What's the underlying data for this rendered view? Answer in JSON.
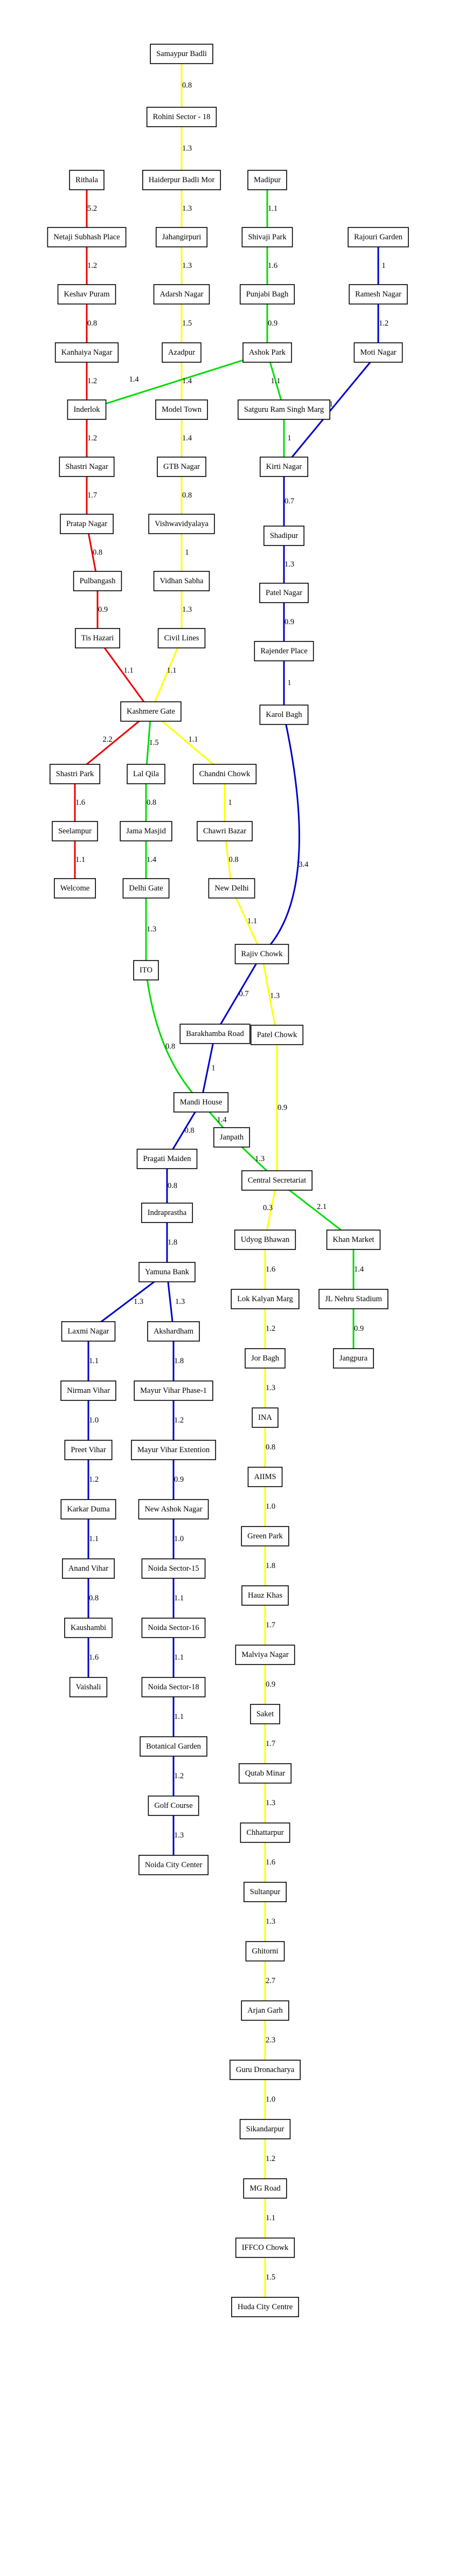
{
  "line_colors": {
    "red": "#ee0000",
    "yellow": "#ffff00",
    "green": "#00dd00",
    "blue": "#0000cc"
  },
  "stations": [
    "Samaypur Badli",
    "Rohini Sector - 18",
    "Haiderpur Badli Mor",
    "Jahangirpuri",
    "Adarsh Nagar",
    "Azadpur",
    "Model Town",
    "GTB Nagar",
    "Vishwavidyalaya",
    "Vidhan Sabha",
    "Civil Lines",
    "Kashmere Gate",
    "Chandni Chowk",
    "Chawri Bazar",
    "New Delhi",
    "Rajiv Chowk",
    "Patel Chowk",
    "Central Secretariat",
    "Udyog Bhawan",
    "Lok Kalyan Marg",
    "Jor Bagh",
    "INA",
    "AIIMS",
    "Green Park",
    "Hauz Khas",
    "Malviya Nagar",
    "Saket",
    "Qutab Minar",
    "Chhattarpur",
    "Sultanpur",
    "Ghitorni",
    "Arjan Garh",
    "Guru Dronacharya",
    "Sikandarpur",
    "MG Road",
    "IFFCO Chowk",
    "Huda City Centre",
    "Rithala",
    "Netaji Subhash Place",
    "Keshav Puram",
    "Kanhaiya Nagar",
    "Inderlok",
    "Shastri Nagar",
    "Pratap Nagar",
    "Pulbangash",
    "Tis Hazari",
    "Shastri Park",
    "Seelampur",
    "Welcome",
    "Madipur",
    "Shivaji Park",
    "Punjabi Bagh",
    "Ashok Park",
    "Satguru Ram Singh Marg",
    "Kirti Nagar",
    "Lal Qila",
    "Jama Masjid",
    "Delhi Gate",
    "ITO",
    "Mandi House",
    "Janpath",
    "Khan Market",
    "JL Nehru Stadium",
    "Jangpura",
    "Rajouri Garden",
    "Ramesh Nagar",
    "Moti Nagar",
    "Shadipur",
    "Patel Nagar",
    "Rajender Place",
    "Karol Bagh",
    "Barakhamba Road",
    "Pragati Maiden",
    "Indraprastha",
    "Yamuna Bank",
    "Laxmi Nagar",
    "Nirman Vihar",
    "Preet Vihar",
    "Karkar Duma",
    "Anand Vihar",
    "Kaushambi",
    "Vaishali",
    "Akshardham",
    "Mayur Vihar Phase-1",
    "Mayur Vihar Extention",
    "New Ashok Nagar",
    "Noida Sector-15",
    "Noida Sector-16",
    "Noida Sector-18",
    "Botanical Garden",
    "Golf Course",
    "Noida City Center"
  ],
  "edges": [
    {
      "from": "Samaypur Badli",
      "to": "Rohini Sector - 18",
      "line": "yellow",
      "distance": "0.8"
    },
    {
      "from": "Rohini Sector - 18",
      "to": "Haiderpur Badli Mor",
      "line": "yellow",
      "distance": "1.3"
    },
    {
      "from": "Haiderpur Badli Mor",
      "to": "Jahangirpuri",
      "line": "yellow",
      "distance": "1.3"
    },
    {
      "from": "Jahangirpuri",
      "to": "Adarsh Nagar",
      "line": "yellow",
      "distance": "1.3"
    },
    {
      "from": "Adarsh Nagar",
      "to": "Azadpur",
      "line": "yellow",
      "distance": "1.5"
    },
    {
      "from": "Azadpur",
      "to": "Model Town",
      "line": "yellow",
      "distance": "1.4"
    },
    {
      "from": "Model Town",
      "to": "GTB Nagar",
      "line": "yellow",
      "distance": "1.4"
    },
    {
      "from": "GTB Nagar",
      "to": "Vishwavidyalaya",
      "line": "yellow",
      "distance": "0.8"
    },
    {
      "from": "Vishwavidyalaya",
      "to": "Vidhan Sabha",
      "line": "yellow",
      "distance": "1"
    },
    {
      "from": "Vidhan Sabha",
      "to": "Civil Lines",
      "line": "yellow",
      "distance": "1.3"
    },
    {
      "from": "Civil Lines",
      "to": "Kashmere Gate",
      "line": "yellow",
      "distance": "1.1"
    },
    {
      "from": "Kashmere Gate",
      "to": "Chandni Chowk",
      "line": "yellow",
      "distance": "1.1"
    },
    {
      "from": "Chandni Chowk",
      "to": "Chawri Bazar",
      "line": "yellow",
      "distance": "1"
    },
    {
      "from": "Chawri Bazar",
      "to": "New Delhi",
      "line": "yellow",
      "distance": "0.8"
    },
    {
      "from": "New Delhi",
      "to": "Rajiv Chowk",
      "line": "yellow",
      "distance": "1.1"
    },
    {
      "from": "Rajiv Chowk",
      "to": "Patel Chowk",
      "line": "yellow",
      "distance": "1.3"
    },
    {
      "from": "Patel Chowk",
      "to": "Central Secretariat",
      "line": "yellow",
      "distance": "0.9"
    },
    {
      "from": "Central Secretariat",
      "to": "Udyog Bhawan",
      "line": "yellow",
      "distance": "0.3"
    },
    {
      "from": "Udyog Bhawan",
      "to": "Lok Kalyan Marg",
      "line": "yellow",
      "distance": "1.6"
    },
    {
      "from": "Lok Kalyan Marg",
      "to": "Jor Bagh",
      "line": "yellow",
      "distance": "1.2"
    },
    {
      "from": "Jor Bagh",
      "to": "INA",
      "line": "yellow",
      "distance": "1.3"
    },
    {
      "from": "INA",
      "to": "AIIMS",
      "line": "yellow",
      "distance": "0.8"
    },
    {
      "from": "AIIMS",
      "to": "Green Park",
      "line": "yellow",
      "distance": "1.0"
    },
    {
      "from": "Green Park",
      "to": "Hauz Khas",
      "line": "yellow",
      "distance": "1.8"
    },
    {
      "from": "Hauz Khas",
      "to": "Malviya Nagar",
      "line": "yellow",
      "distance": "1.7"
    },
    {
      "from": "Malviya Nagar",
      "to": "Saket",
      "line": "yellow",
      "distance": "0.9"
    },
    {
      "from": "Saket",
      "to": "Qutab Minar",
      "line": "yellow",
      "distance": "1.7"
    },
    {
      "from": "Qutab Minar",
      "to": "Chhattarpur",
      "line": "yellow",
      "distance": "1.3"
    },
    {
      "from": "Chhattarpur",
      "to": "Sultanpur",
      "line": "yellow",
      "distance": "1.6"
    },
    {
      "from": "Sultanpur",
      "to": "Ghitorni",
      "line": "yellow",
      "distance": "1.3"
    },
    {
      "from": "Ghitorni",
      "to": "Arjan Garh",
      "line": "yellow",
      "distance": "2.7"
    },
    {
      "from": "Arjan Garh",
      "to": "Guru Dronacharya",
      "line": "yellow",
      "distance": "2.3"
    },
    {
      "from": "Guru Dronacharya",
      "to": "Sikandarpur",
      "line": "yellow",
      "distance": "1.0"
    },
    {
      "from": "Sikandarpur",
      "to": "MG Road",
      "line": "yellow",
      "distance": "1.2"
    },
    {
      "from": "MG Road",
      "to": "IFFCO Chowk",
      "line": "yellow",
      "distance": "1.1"
    },
    {
      "from": "IFFCO Chowk",
      "to": "Huda City Centre",
      "line": "yellow",
      "distance": "1.5"
    },
    {
      "from": "Rithala",
      "to": "Netaji Subhash Place",
      "line": "red",
      "distance": "5.2"
    },
    {
      "from": "Netaji Subhash Place",
      "to": "Keshav Puram",
      "line": "red",
      "distance": "1.2"
    },
    {
      "from": "Keshav Puram",
      "to": "Kanhaiya Nagar",
      "line": "red",
      "distance": "0.8"
    },
    {
      "from": "Kanhaiya Nagar",
      "to": "Inderlok",
      "line": "red",
      "distance": "1.2"
    },
    {
      "from": "Inderlok",
      "to": "Shastri Nagar",
      "line": "red",
      "distance": "1.2"
    },
    {
      "from": "Shastri Nagar",
      "to": "Pratap Nagar",
      "line": "red",
      "distance": "1.7"
    },
    {
      "from": "Pratap Nagar",
      "to": "Pulbangash",
      "line": "red",
      "distance": "0.8"
    },
    {
      "from": "Pulbangash",
      "to": "Tis Hazari",
      "line": "red",
      "distance": "0.9"
    },
    {
      "from": "Tis Hazari",
      "to": "Kashmere Gate",
      "line": "red",
      "distance": "1.1"
    },
    {
      "from": "Kashmere Gate",
      "to": "Shastri Park",
      "line": "red",
      "distance": "2.2"
    },
    {
      "from": "Shastri Park",
      "to": "Seelampur",
      "line": "red",
      "distance": "1.6"
    },
    {
      "from": "Seelampur",
      "to": "Welcome",
      "line": "red",
      "distance": "1.1"
    },
    {
      "from": "Madipur",
      "to": "Shivaji Park",
      "line": "green",
      "distance": "1.1"
    },
    {
      "from": "Shivaji Park",
      "to": "Punjabi Bagh",
      "line": "green",
      "distance": "1.6"
    },
    {
      "from": "Punjabi Bagh",
      "to": "Ashok Park",
      "line": "green",
      "distance": "0.9"
    },
    {
      "from": "Ashok Park",
      "to": "Inderlok",
      "line": "green",
      "distance": "1.4"
    },
    {
      "from": "Ashok Park",
      "to": "Satguru Ram Singh Marg",
      "line": "green",
      "distance": "1.1"
    },
    {
      "from": "Satguru Ram Singh Marg",
      "to": "Kirti Nagar",
      "line": "green",
      "distance": "1"
    },
    {
      "from": "Kashmere Gate",
      "to": "Lal Qila",
      "line": "green",
      "distance": "1.5"
    },
    {
      "from": "Lal Qila",
      "to": "Jama Masjid",
      "line": "green",
      "distance": "0.8"
    },
    {
      "from": "Jama Masjid",
      "to": "Delhi Gate",
      "line": "green",
      "distance": "1.4"
    },
    {
      "from": "Delhi Gate",
      "to": "ITO",
      "line": "green",
      "distance": "1.3"
    },
    {
      "from": "ITO",
      "to": "Mandi House",
      "line": "green",
      "distance": "0.8"
    },
    {
      "from": "Mandi House",
      "to": "Janpath",
      "line": "green",
      "distance": "1.4"
    },
    {
      "from": "Janpath",
      "to": "Central Secretariat",
      "line": "green",
      "distance": "1.3"
    },
    {
      "from": "Central Secretariat",
      "to": "Khan Market",
      "line": "green",
      "distance": "2.1"
    },
    {
      "from": "Khan Market",
      "to": "JL Nehru Stadium",
      "line": "green",
      "distance": "1.4"
    },
    {
      "from": "JL Nehru Stadium",
      "to": "Jangpura",
      "line": "green",
      "distance": "0.9"
    },
    {
      "from": "Rajouri Garden",
      "to": "Ramesh Nagar",
      "line": "blue",
      "distance": "1"
    },
    {
      "from": "Ramesh Nagar",
      "to": "Moti Nagar",
      "line": "blue",
      "distance": "1.2"
    },
    {
      "from": "Moti Nagar",
      "to": "Kirti Nagar",
      "line": "blue",
      "distance": "1"
    },
    {
      "from": "Kirti Nagar",
      "to": "Shadipur",
      "line": "blue",
      "distance": "0.7"
    },
    {
      "from": "Shadipur",
      "to": "Patel Nagar",
      "line": "blue",
      "distance": "1.3"
    },
    {
      "from": "Patel Nagar",
      "to": "Rajender Place",
      "line": "blue",
      "distance": "0.9"
    },
    {
      "from": "Rajender Place",
      "to": "Karol Bagh",
      "line": "blue",
      "distance": "1"
    },
    {
      "from": "Karol Bagh",
      "to": "Rajiv Chowk",
      "line": "blue",
      "distance": "3.4"
    },
    {
      "from": "Rajiv Chowk",
      "to": "Barakhamba Road",
      "line": "blue",
      "distance": "0.7"
    },
    {
      "from": "Barakhamba Road",
      "to": "Mandi House",
      "line": "blue",
      "distance": "1"
    },
    {
      "from": "Mandi House",
      "to": "Pragati Maiden",
      "line": "blue",
      "distance": "0.8"
    },
    {
      "from": "Pragati Maiden",
      "to": "Indraprastha",
      "line": "blue",
      "distance": "0.8"
    },
    {
      "from": "Indraprastha",
      "to": "Yamuna Bank",
      "line": "blue",
      "distance": "1.8"
    },
    {
      "from": "Yamuna Bank",
      "to": "Laxmi Nagar",
      "line": "blue",
      "distance": "1.3"
    },
    {
      "from": "Laxmi Nagar",
      "to": "Nirman Vihar",
      "line": "blue",
      "distance": "1.1"
    },
    {
      "from": "Nirman Vihar",
      "to": "Preet Vihar",
      "line": "blue",
      "distance": "1.0"
    },
    {
      "from": "Preet Vihar",
      "to": "Karkar Duma",
      "line": "blue",
      "distance": "1.2"
    },
    {
      "from": "Karkar Duma",
      "to": "Anand Vihar",
      "line": "blue",
      "distance": "1.1"
    },
    {
      "from": "Anand Vihar",
      "to": "Kaushambi",
      "line": "blue",
      "distance": "0.8"
    },
    {
      "from": "Kaushambi",
      "to": "Vaishali",
      "line": "blue",
      "distance": "1.6"
    },
    {
      "from": "Yamuna Bank",
      "to": "Akshardham",
      "line": "blue",
      "distance": "1.3"
    },
    {
      "from": "Akshardham",
      "to": "Mayur Vihar Phase-1",
      "line": "blue",
      "distance": "1.8"
    },
    {
      "from": "Mayur Vihar Phase-1",
      "to": "Mayur Vihar Extention",
      "line": "blue",
      "distance": "1.2"
    },
    {
      "from": "Mayur Vihar Extention",
      "to": "New Ashok Nagar",
      "line": "blue",
      "distance": "0.9"
    },
    {
      "from": "New Ashok Nagar",
      "to": "Noida Sector-15",
      "line": "blue",
      "distance": "1.0"
    },
    {
      "from": "Noida Sector-15",
      "to": "Noida Sector-16",
      "line": "blue",
      "distance": "1.1"
    },
    {
      "from": "Noida Sector-16",
      "to": "Noida Sector-18",
      "line": "blue",
      "distance": "1.1"
    },
    {
      "from": "Noida Sector-18",
      "to": "Botanical Garden",
      "line": "blue",
      "distance": "1.1"
    },
    {
      "from": "Botanical Garden",
      "to": "Golf Course",
      "line": "blue",
      "distance": "1.2"
    },
    {
      "from": "Golf Course",
      "to": "Noida City Center",
      "line": "blue",
      "distance": "1.3"
    }
  ]
}
